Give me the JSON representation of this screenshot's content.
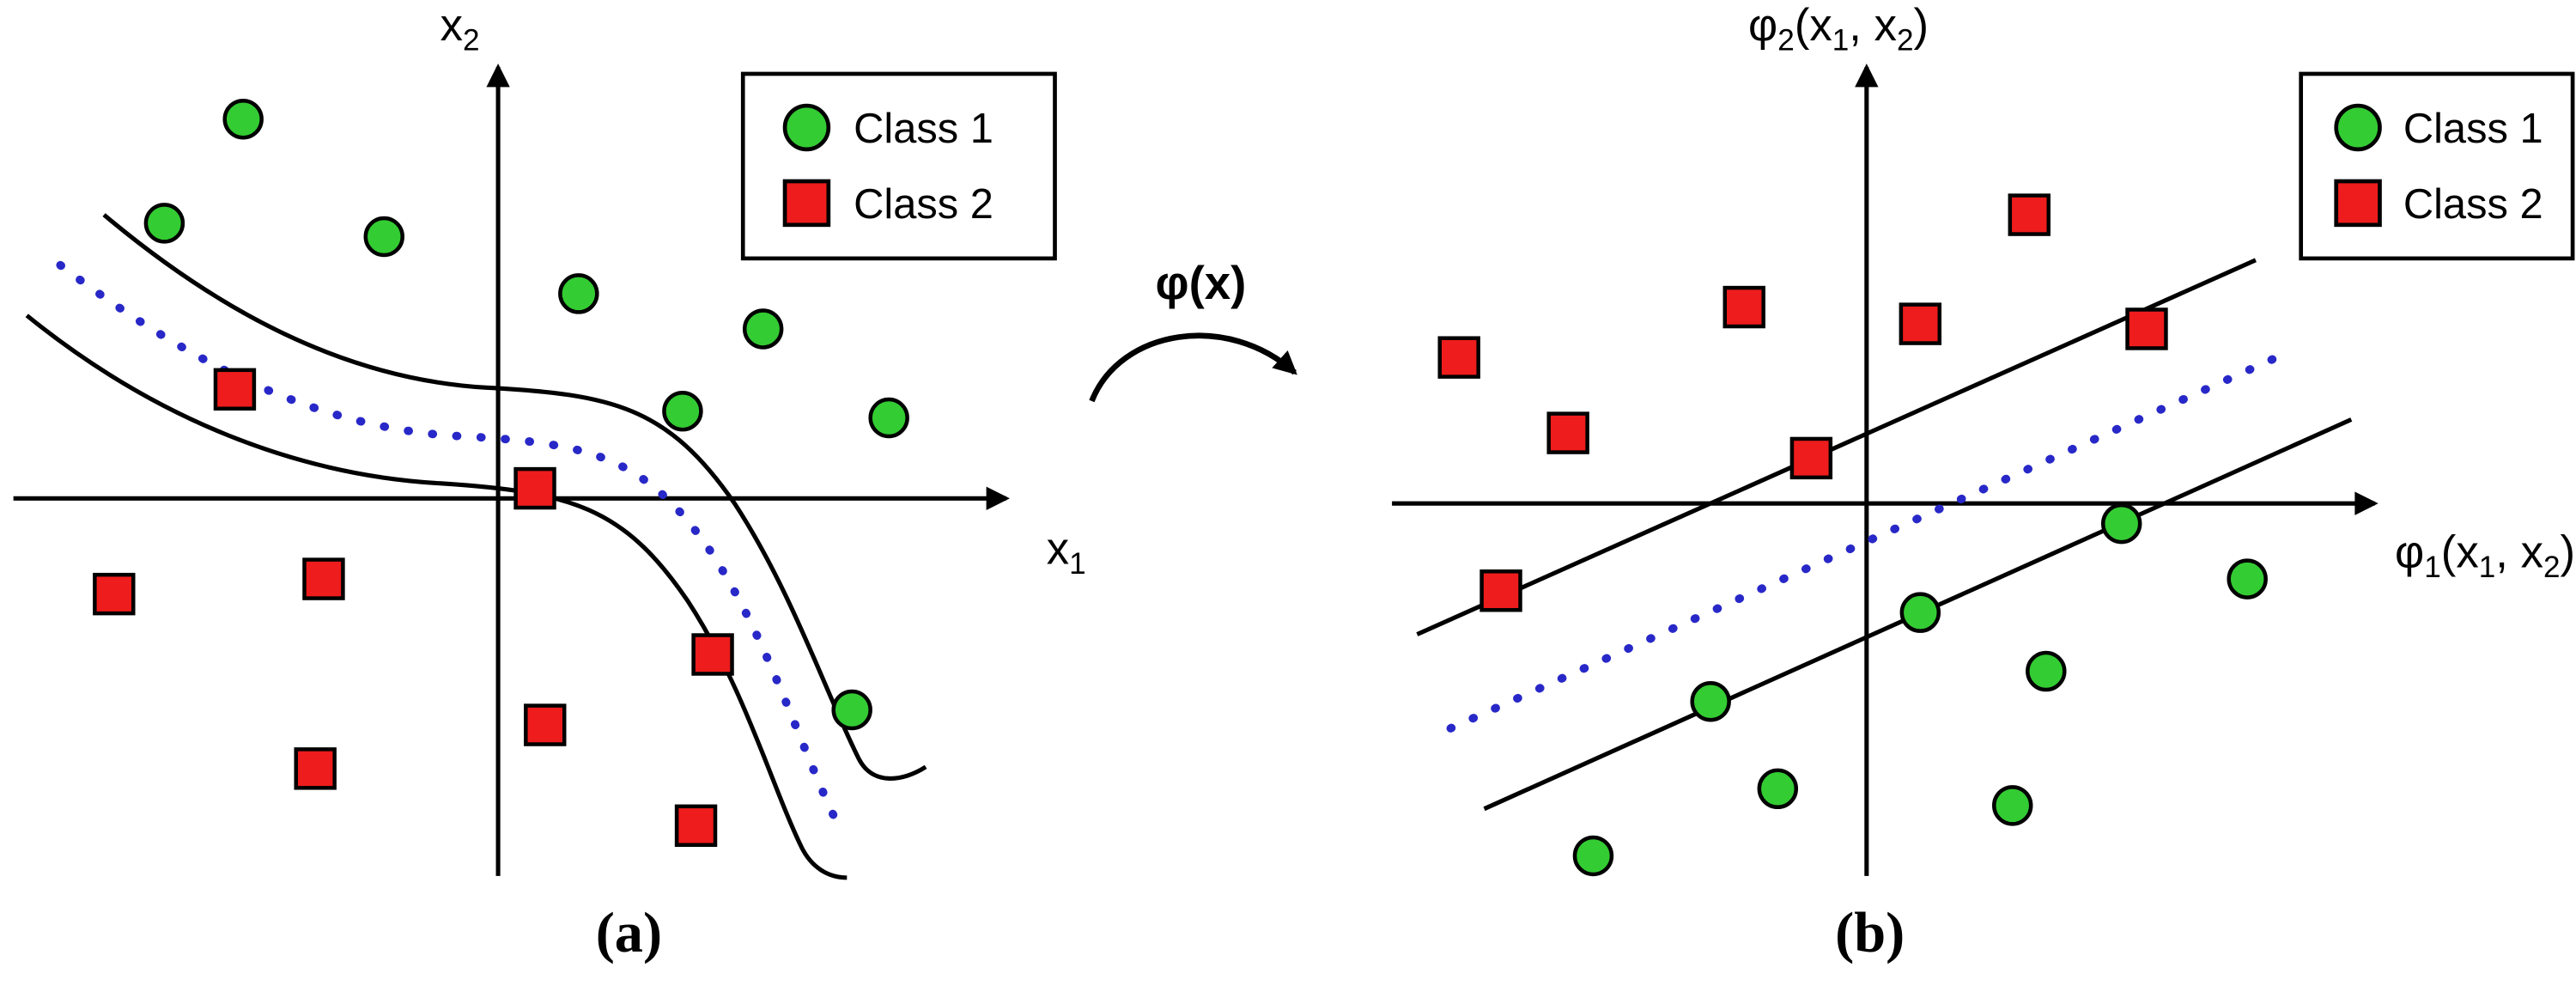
{
  "colors": {
    "class1_fill": "#33cc33",
    "class2_fill": "#ee1c1c",
    "dotted_boundary": "#2828c8",
    "stroke": "#000000"
  },
  "legend": {
    "class1_label": "Class 1",
    "class2_label": "Class 2"
  },
  "transform": {
    "arrow_label": "φ(x)"
  },
  "panel_a": {
    "caption": "(a)",
    "x_axis_label": {
      "main": "x",
      "sub": "1"
    },
    "y_axis_label": {
      "main": "x",
      "sub": "2"
    },
    "class1_points": [
      [
        145,
        71
      ],
      [
        98,
        133
      ],
      [
        229,
        141
      ],
      [
        345,
        175
      ],
      [
        455,
        196
      ],
      [
        407,
        245
      ],
      [
        530,
        249
      ],
      [
        508,
        423
      ]
    ],
    "class2_points": [
      [
        140,
        232
      ],
      [
        319,
        291
      ],
      [
        68,
        354
      ],
      [
        193,
        345
      ],
      [
        425,
        390
      ],
      [
        325,
        432
      ],
      [
        188,
        458
      ],
      [
        415,
        492
      ]
    ]
  },
  "panel_b": {
    "caption": "(b)",
    "x_axis_label": [
      "φ",
      "1",
      "(x",
      "1",
      ", x",
      "2",
      ")"
    ],
    "y_axis_label": [
      "φ",
      "2",
      "(x",
      "1",
      ", x",
      "2",
      ")"
    ],
    "class1_points": [
      [
        950,
        510
      ],
      [
        1020,
        418
      ],
      [
        1060,
        470
      ],
      [
        1145,
        365
      ],
      [
        1200,
        480
      ],
      [
        1220,
        400
      ],
      [
        1265,
        312
      ],
      [
        1340,
        345
      ]
    ],
    "class2_points": [
      [
        870,
        213
      ],
      [
        935,
        258
      ],
      [
        1040,
        183
      ],
      [
        1145,
        193
      ],
      [
        1210,
        128
      ],
      [
        1280,
        196
      ],
      [
        1080,
        273
      ],
      [
        895,
        352
      ]
    ]
  }
}
